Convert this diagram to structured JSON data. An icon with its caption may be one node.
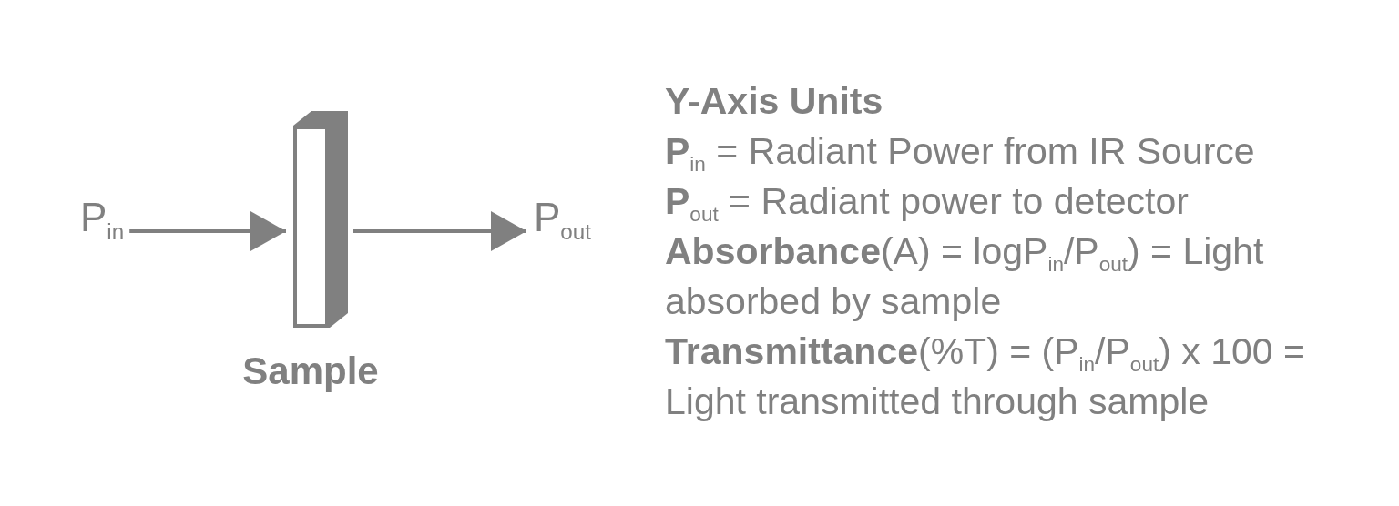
{
  "diagram": {
    "nodes": [
      {
        "text": [
          "P$_{in}$"
        ]
      },
      {
        "text": [],
        "shape": "box",
        "beside": [
          "Sample"
        ]
      },
      {
        "text": [
          "P$_{out}$"
        ]
      }
    ],
    "edges": [
      {
        "from": 0,
        "to": 1,
        "arrow": "to"
      },
      {
        "from": 1,
        "to": 2,
        "arrow": "to"
      }
    ],
    "labels": [
      "Y-Axis Units",
      "**P**$_{in}$ = Radiant Power from IR Source",
      "**P**$_{out}$ = Radiant power to detector",
      "**Absorbance**(A) = logP$_{in}$/P$_{out}$) = Light absorbed by sample",
      "**Transmittance**(%T) = (P$_{in}$/P$_{out}$) x 100 = Light transmitted through sample"
    ]
  }
}
